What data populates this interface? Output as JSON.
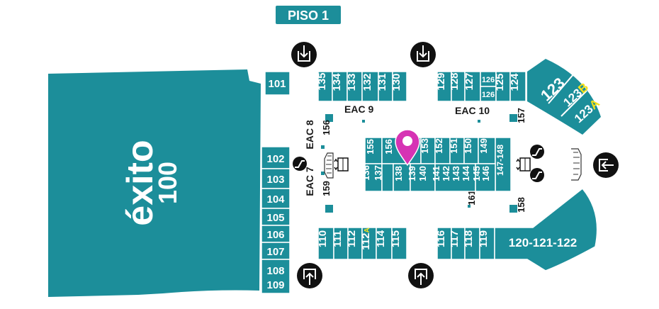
{
  "floor": {
    "label": "PISO 1"
  },
  "anchor": {
    "brand": "éxito",
    "number": "100"
  },
  "stores": {
    "s101": "101",
    "left_column": [
      "102",
      "103",
      "104",
      "105",
      "106",
      "107",
      "108",
      "109"
    ],
    "top_left_block": [
      "135",
      "134",
      "133",
      "132",
      "131",
      "130"
    ],
    "top_right_block": [
      "129",
      "128",
      "127",
      "126",
      "126",
      "125",
      "124"
    ],
    "wing": {
      "main": "123",
      "b_prefix": "123",
      "b_suffix": "B",
      "a_prefix": "123",
      "a_suffix": "A"
    },
    "center_top": [
      "155",
      "156",
      "153",
      "152",
      "151",
      "150",
      "149",
      "147-148"
    ],
    "center_bottom": [
      "136",
      "137",
      "138",
      "139",
      "140",
      "141",
      "142",
      "143",
      "144",
      "145",
      "146"
    ],
    "bottom_left_block": [
      "110",
      "111",
      "112",
      "114",
      "115"
    ],
    "store_112a": {
      "prefix": "112",
      "suffix": "A"
    },
    "bottom_right_block": [
      "116",
      "117",
      "118",
      "119"
    ],
    "big_right": "120-121-122",
    "kiosks": [
      "156",
      "159",
      "157",
      "158",
      "161"
    ]
  },
  "eac": [
    "EAC 9",
    "EAC 10",
    "EAC 8",
    "EAC 7"
  ],
  "icons": [
    "entrance-icon",
    "exit-icon",
    "escalator-icon",
    "elevator-icon",
    "location-pin-icon"
  ],
  "colors": {
    "store": "#1c8e9a",
    "pin": "#d633b4",
    "text": "#1a1a1a",
    "highlight": "#f5e11a"
  }
}
